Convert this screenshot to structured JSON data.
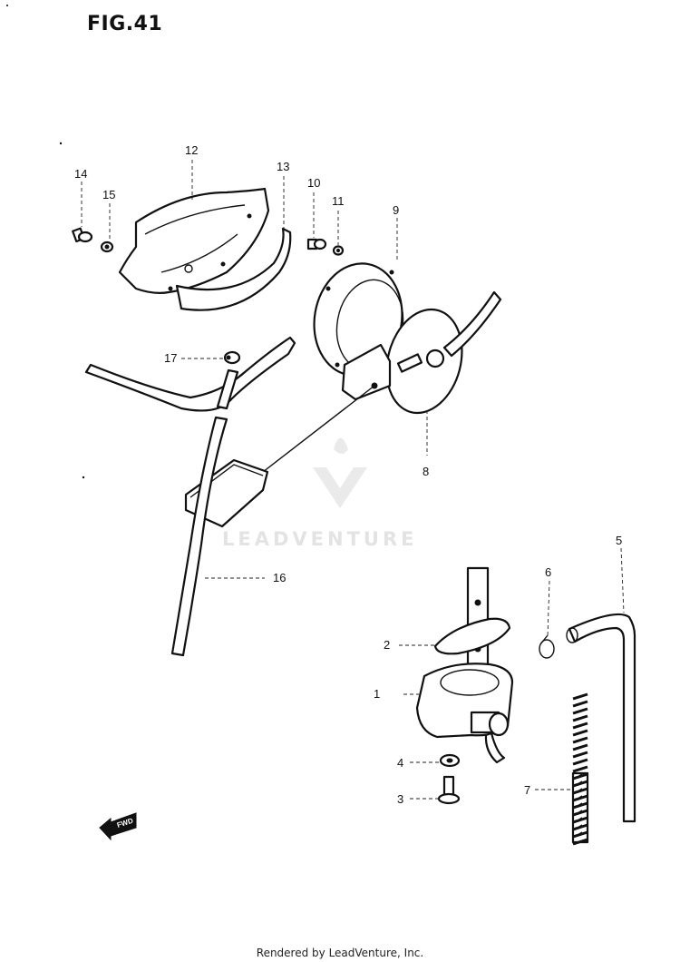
{
  "figure": {
    "title": "FIG.41"
  },
  "callouts": [
    "1",
    "2",
    "3",
    "4",
    "5",
    "6",
    "7",
    "8",
    "9",
    "10",
    "11",
    "12",
    "13",
    "14",
    "15",
    "16",
    "17"
  ],
  "forward_arrow": {
    "label": "FWD"
  },
  "watermark": "LEADVENTURE",
  "footer": "Rendered by LeadVenture, Inc."
}
